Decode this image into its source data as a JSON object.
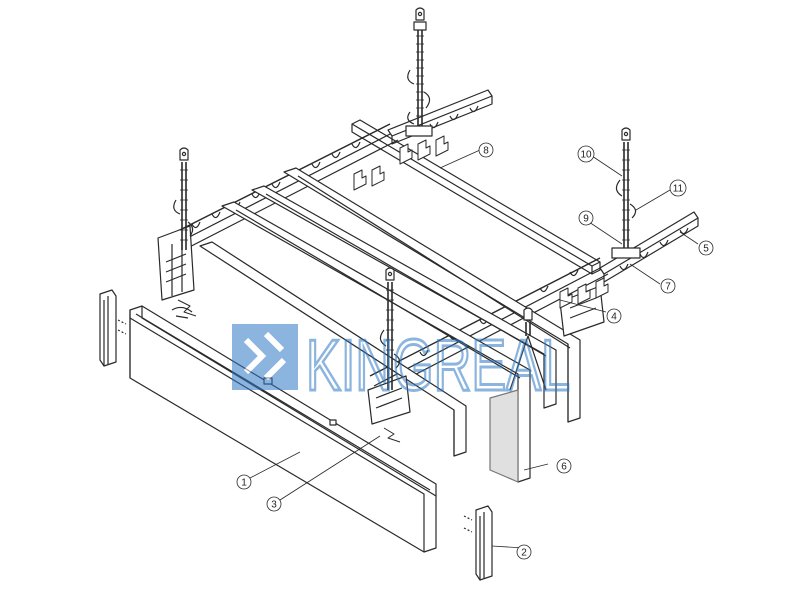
{
  "diagram": {
    "watermark": {
      "text": "KINGREAL",
      "color": "#2d78c4"
    },
    "line_color": "#2a2a2a",
    "callouts": [
      {
        "id": "callout-1",
        "label": "1"
      },
      {
        "id": "callout-2",
        "label": "2"
      },
      {
        "id": "callout-3",
        "label": "3"
      },
      {
        "id": "callout-4",
        "label": "4"
      },
      {
        "id": "callout-5",
        "label": "5"
      },
      {
        "id": "callout-6",
        "label": "6"
      },
      {
        "id": "callout-7",
        "label": "7"
      },
      {
        "id": "callout-8",
        "label": "8"
      },
      {
        "id": "callout-9",
        "label": "9"
      },
      {
        "id": "callout-10",
        "label": "10"
      },
      {
        "id": "callout-11",
        "label": "11"
      }
    ]
  }
}
